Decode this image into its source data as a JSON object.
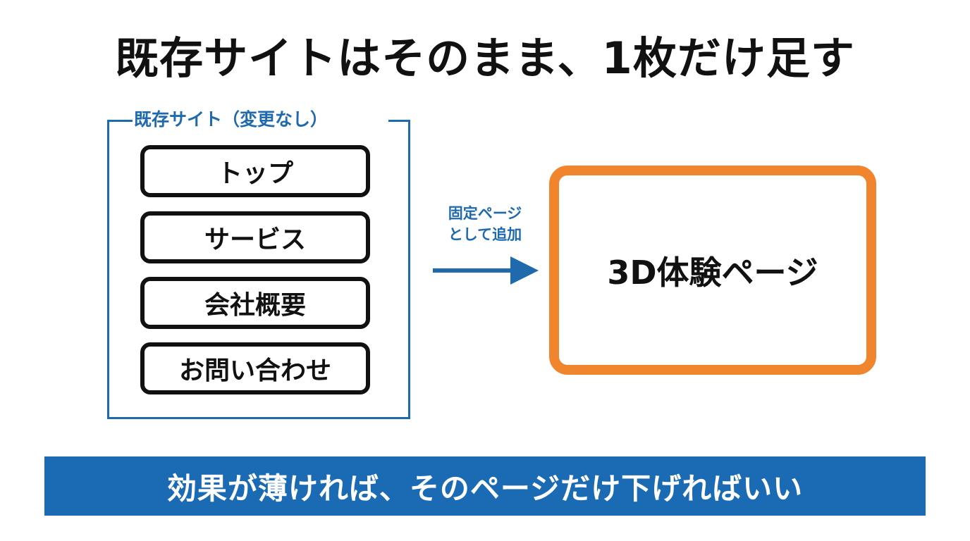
{
  "title": "既存サイトはそのまま、1枚だけ足す",
  "existing_site": {
    "label": "既存サイト（変更なし）",
    "pages": [
      {
        "label": "トップ"
      },
      {
        "label": "サービス"
      },
      {
        "label": "会社概要"
      },
      {
        "label": "お問い合わせ"
      }
    ]
  },
  "arrow": {
    "label_line1": "固定ページ",
    "label_line2": "として追加"
  },
  "new_page": {
    "label": "3D体験ページ"
  },
  "footer": {
    "text": "効果が薄ければ、そのページだけ下げればいい"
  },
  "colors": {
    "accent_blue": "#1f69ad",
    "banner_blue": "#1a6bb3",
    "highlight_orange": "#f0852d",
    "text_dark": "#111111"
  },
  "icons": {
    "arrow": "right-arrow-icon"
  }
}
